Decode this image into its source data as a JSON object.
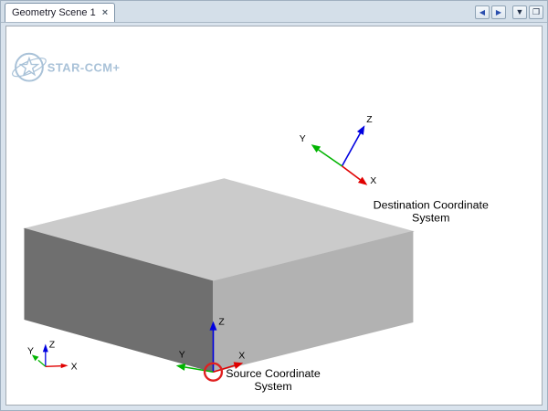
{
  "window": {
    "tab": {
      "title": "Geometry Scene 1",
      "close_glyph": "×"
    },
    "nav_buttons": {
      "prev_glyph": "◀",
      "next_glyph": "▶",
      "shade_glyph": "▼",
      "maximize_glyph": "❐"
    }
  },
  "watermark": {
    "text": "STAR-CCM+"
  },
  "scene": {
    "axis_labels": {
      "x": "X",
      "y": "Y",
      "z": "Z"
    },
    "annotations": {
      "destination": {
        "line1": "Destination Coordinate",
        "line2": "System"
      },
      "source": {
        "line1": "Source Coordinate",
        "line2": "System"
      }
    },
    "colors": {
      "axis_x": "#e00000",
      "axis_y": "#00b400",
      "axis_z": "#0000e0",
      "highlight_circle": "#e02020",
      "box_top": "#cbcbcb",
      "box_left": "#6f6f6f",
      "box_right": "#b2b2b2",
      "watermark": "#a9c2d8"
    }
  }
}
